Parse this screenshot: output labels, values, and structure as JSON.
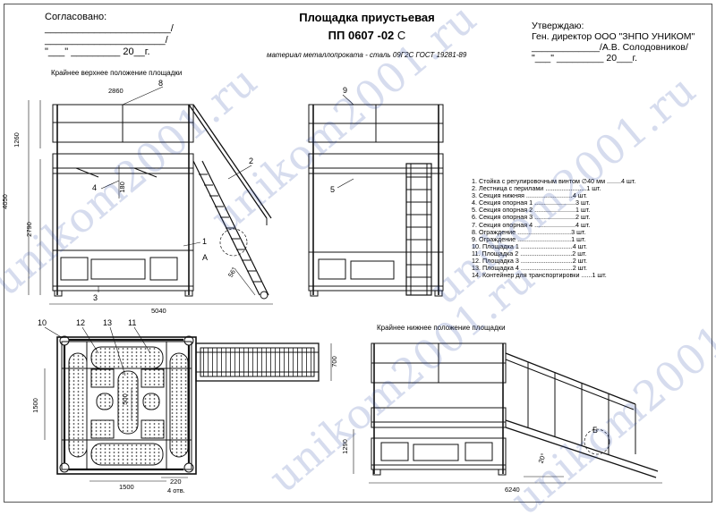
{
  "title": {
    "line1": "Площадка приустьевая",
    "line2": "ПП 0607 -02",
    "suffix": "С"
  },
  "material_note": "материал металлопроката - сталь 09Г2С ГОСТ 19281-89",
  "approved": {
    "heading": "Согласовано:",
    "line1": "_______________________/",
    "line2": "______________________/",
    "line3": "\"___\" _________ 20__г."
  },
  "confirm": {
    "heading": "Утверждаю:",
    "line1": "Ген. директор ООО \"ЗНПО УНИКОМ\"",
    "line2": "_____________/А.В. Солодовников/",
    "line3": "\"___\" _________ 20___г."
  },
  "view_captions": {
    "upper": "Крайнее верхнее положение площадки",
    "lower": "Крайнее нижнее положение площадки"
  },
  "dimensions": {
    "d2860": "2860",
    "d1260": "1260",
    "d4050": "4050",
    "d2790": "2790",
    "d180": "180",
    "d5040": "5040",
    "d56": "56°",
    "d700": "700",
    "d1500v": "1500",
    "d500": "500",
    "d1500h": "1500",
    "d220": "220",
    "holes": "4 отв.",
    "d1290": "1290",
    "d20": "20°",
    "d6240": "6240"
  },
  "callouts": {
    "n8": "8",
    "n2": "2",
    "n4": "4",
    "n1": "1",
    "nA": "А",
    "n3": "3",
    "n9": "9",
    "n5": "5",
    "n10": "10",
    "n12": "12",
    "n13": "13",
    "n11": "11",
    "nB": "Б"
  },
  "spec_list": [
    "1. Стойка с регулировочным винтом ∅40 мм ........4 шт.",
    "2. Лестница с перилами .......................1 шт.",
    "3. Секция нижняя ..........................4 шт.",
    "4. Секция опорная 1 .......................3 шт.",
    "5. Секция опорная 2 .......................1 шт.",
    "6. Секция опорная 3 .......................2 шт.",
    "7. Секция опорная 4 .......................4 шт.",
    "8. Ограждение ..............................3 шт.",
    "9. Ограждение ..............................1 шт.",
    "10. Площадка 1 .............................4 шт.",
    "11. Площадка 2 .............................2 шт.",
    "12. Площадка 3 .............................2 шт.",
    "13. Площадка 4 .............................2 шт.",
    "14. Контейнер для транспортировки ......1 шт."
  ],
  "watermark": "unikom2001.ru"
}
